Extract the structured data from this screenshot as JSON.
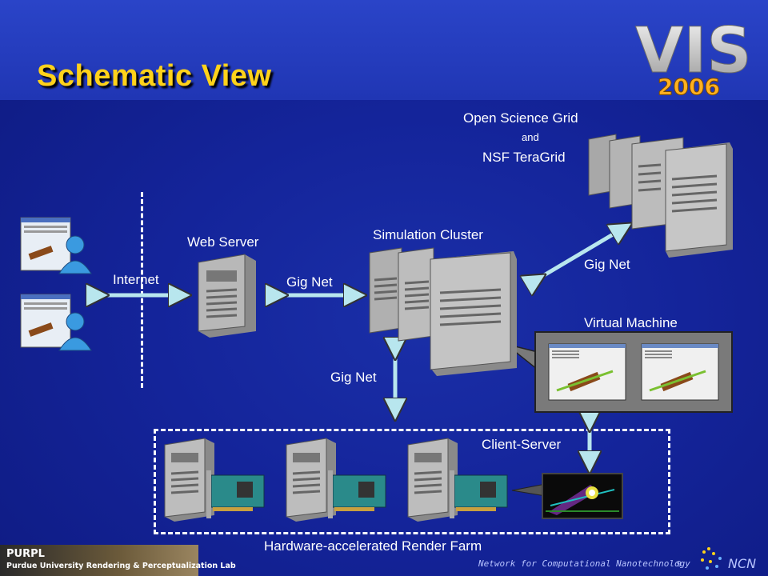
{
  "slide": {
    "title": "Schematic View",
    "logo": {
      "line1": "VIS",
      "line2": "2006"
    }
  },
  "nodes": {
    "grid_line1": "Open Science Grid",
    "grid_and": "and",
    "grid_line2": "NSF TeraGrid",
    "web_server": "Web Server",
    "simulation_cluster": "Simulation Cluster",
    "virtual_machine": "Virtual Machine",
    "render_farm": "Hardware-accelerated Render Farm"
  },
  "links": {
    "internet": "Internet",
    "gig_net_web": "Gig Net",
    "gig_net_grid": "Gig Net",
    "gig_net_render": "Gig Net",
    "client_server": "Client-Server"
  },
  "footer": {
    "lab_short": "PURPL",
    "lab_full": "Purdue University Rendering & Perceptualization Lab",
    "network_text": "Network for Computational Nanotechnology",
    "ncn_logo": "NCN",
    "page_number": "9"
  },
  "colors": {
    "background": "#14249a",
    "title": "#ffd21a",
    "arrow": "#b8e6ee"
  }
}
